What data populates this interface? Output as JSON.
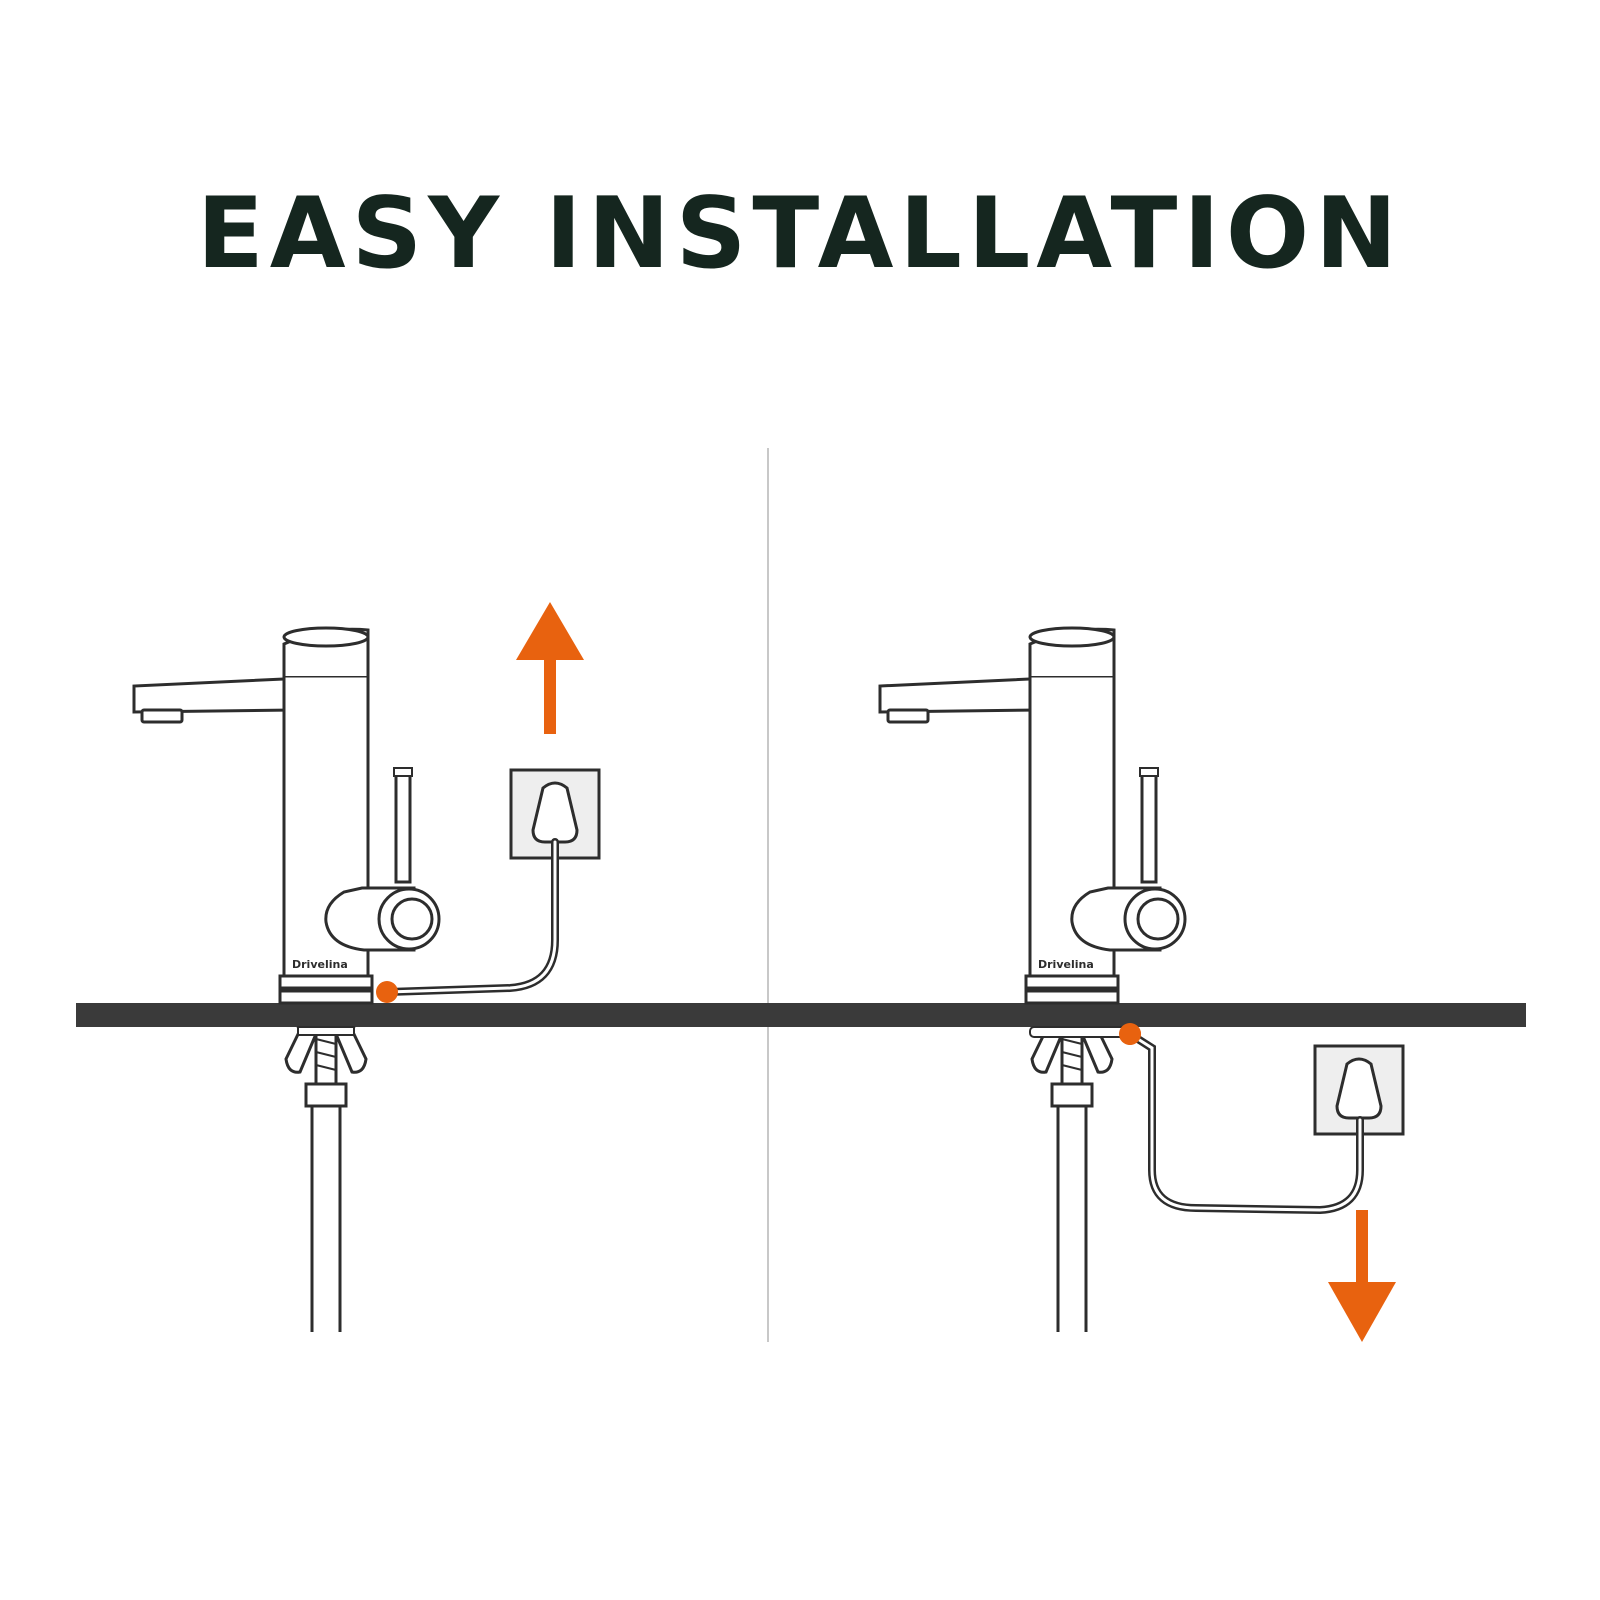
{
  "title": "EASY INSTALLATION",
  "brand": "Drivelina",
  "colors": {
    "title": "#15261f",
    "line": "#2d2d2d",
    "countertop": "#3a3a3a",
    "accent": "#e8620f",
    "socket": "#eeeeee",
    "divider": "#c8c8c8"
  },
  "panels": [
    {
      "name": "above-counter",
      "cable_route": "above-countertop",
      "arrow": "up",
      "arrow_icon": "arrow-up-icon"
    },
    {
      "name": "below-counter",
      "cable_route": "below-countertop",
      "arrow": "down",
      "arrow_icon": "arrow-down-icon"
    }
  ]
}
